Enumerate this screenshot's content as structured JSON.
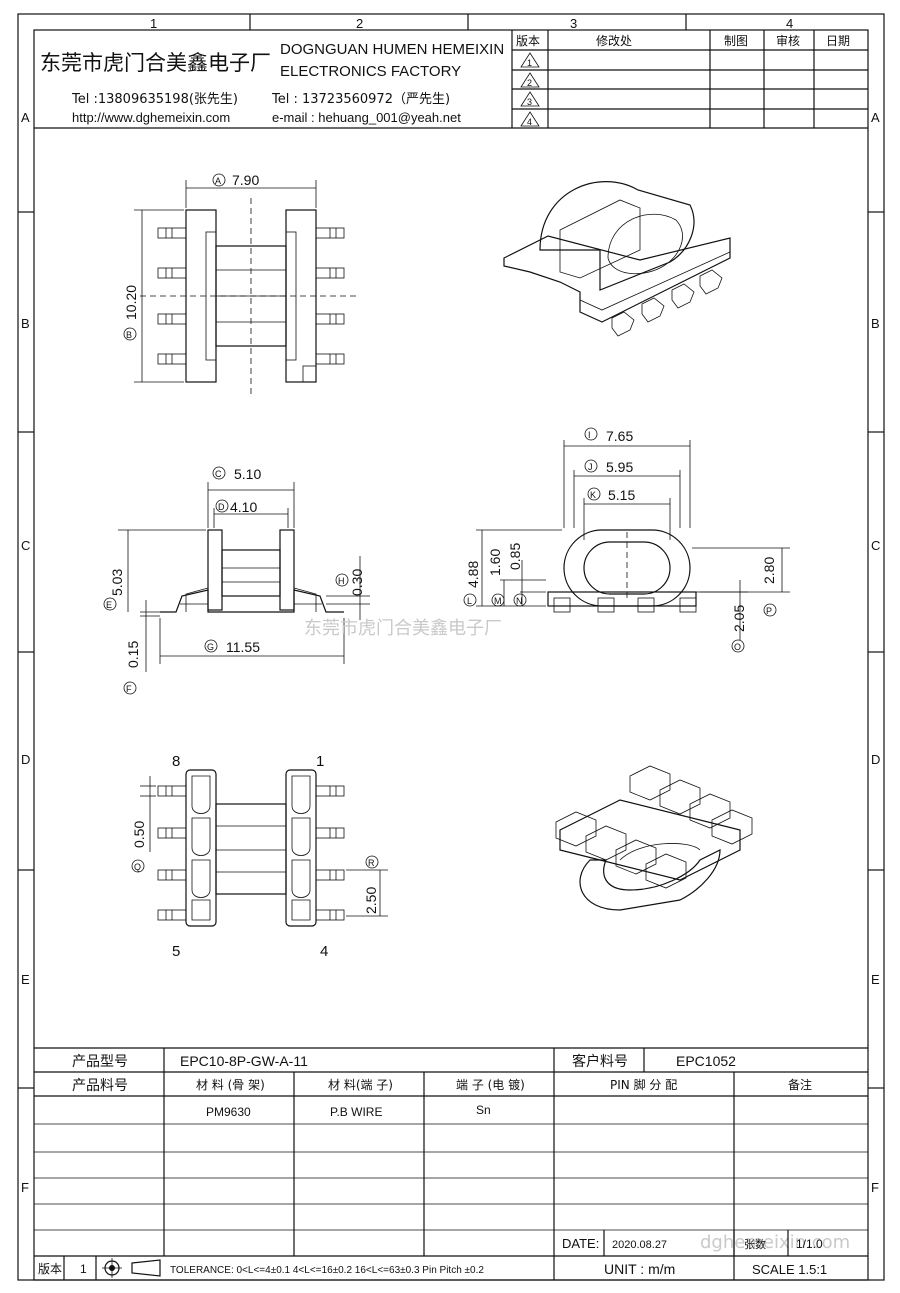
{
  "grid": {
    "cols": [
      "1",
      "2",
      "3",
      "4"
    ],
    "rows": [
      "A",
      "B",
      "C",
      "D",
      "E",
      "F"
    ]
  },
  "company": {
    "name_cn": "东莞市虎门合美鑫电子厂",
    "name_en_1": "DOGNGUAN HUMEN HEMEIXIN",
    "name_en_2": "ELECTRONICS FACTORY",
    "tel1": "Tel :13809635198(张先生)",
    "tel2": "Tel : 13723560972（严先生)",
    "web": "http://www.dghemeixin.com",
    "email": "e-mail : hehuang_001@yeah.net"
  },
  "revision_table": {
    "headers": [
      "版本",
      "修改处",
      "制图",
      "审核",
      "日期"
    ],
    "rows": [
      "1",
      "2",
      "3",
      "4"
    ]
  },
  "dimensions": {
    "A": "7.90",
    "B": "10.20",
    "C": "5.10",
    "D": "4.10",
    "E": "5.03",
    "F": "0.15",
    "G": "11.55",
    "H": "0.30",
    "I": "7.65",
    "J": "5.95",
    "K": "5.15",
    "L": "4.88",
    "M": "1.60",
    "N": "0.85",
    "O": "2.05",
    "P": "2.80",
    "Q": "0.50",
    "R": "2.50"
  },
  "pins": {
    "p8": "8",
    "p1": "1",
    "p5": "5",
    "p4": "4"
  },
  "watermark": "东莞市虎门合美鑫电子厂",
  "watermark_url": "dghemeixin.com",
  "bottom_table": {
    "product_model_label": "产品型号",
    "product_model": "EPC10-8P-GW-A-11",
    "customer_pn_label": "客户料号",
    "customer_pn": "EPC1052",
    "product_pn_label": "产品料号",
    "col_bobbin": "材 料 (骨 架)",
    "col_pin": "材 料(端 子)",
    "col_plating": "端 子 (电 镀)",
    "col_pinout": "PIN 脚 分 配",
    "col_remark": "备注",
    "bobbin_material": "PM9630",
    "pin_material": "P.B WIRE",
    "plating": "Sn",
    "date_label": "DATE:",
    "date": "2020.08.27",
    "page_label": "张数",
    "page": "1/1.0",
    "unit": "UNIT : m/m",
    "scale": "SCALE  1.5:1",
    "rev_label": "版本",
    "rev": "1",
    "tolerance": "TOLERANCE:  0<L<=4±0.1  4<L<=16±0.2  16<L<=63±0.3  Pin Pitch  ±0.2"
  }
}
